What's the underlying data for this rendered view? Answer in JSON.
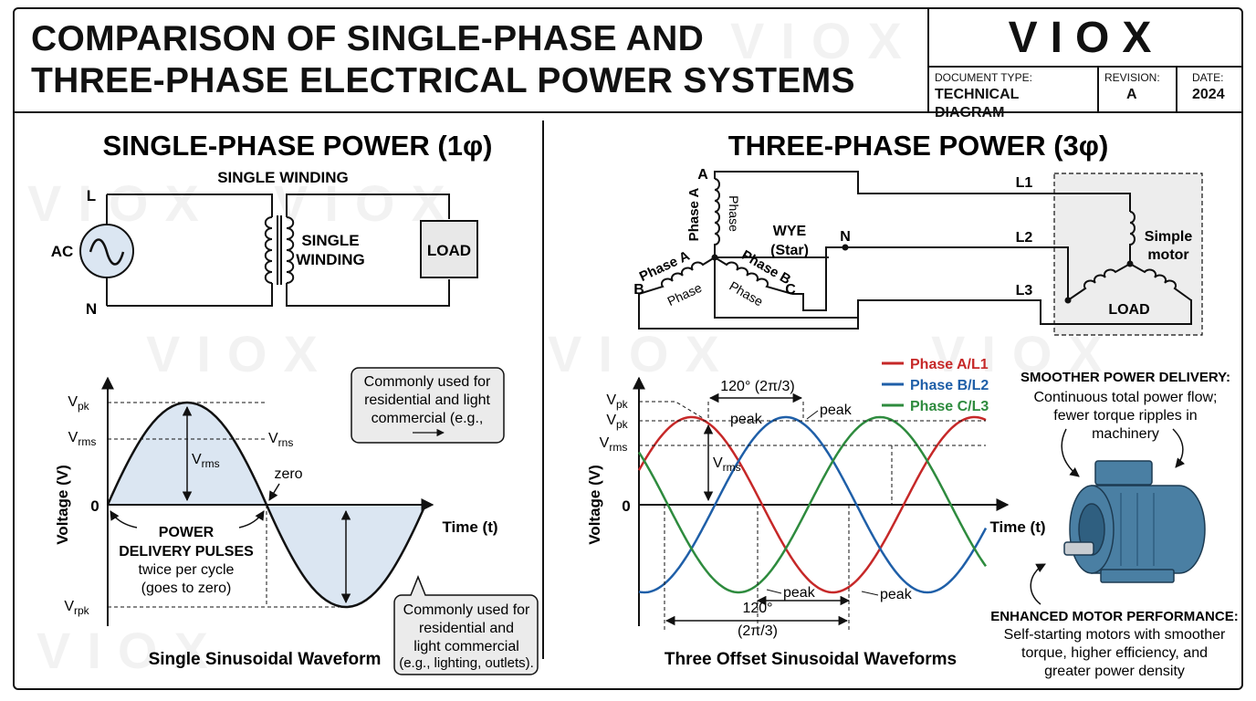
{
  "header": {
    "title_line1": "COMPARISON OF SINGLE-PHASE AND",
    "title_line2": "THREE-PHASE ELECTRICAL POWER SYSTEMS",
    "logo": "VIOX",
    "document_type_label": "DOCUMENT TYPE:",
    "document_type_value": "TECHNICAL DIAGRAM",
    "revision_label": "REVISION:",
    "revision_value": "A",
    "date_label": "DATE:",
    "date_value": "2024",
    "watermark": "VIOX"
  },
  "single_phase": {
    "heading": "SINGLE-PHASE POWER (1φ)",
    "circuit": {
      "label_l": "L",
      "label_n": "N",
      "label_ac": "AC",
      "transformer_top": "SINGLE WINDING",
      "transformer_side_1": "SINGLE",
      "transformer_side_2": "WINDING",
      "load": "LOAD"
    },
    "waveform": {
      "ylabel": "Voltage (V)",
      "xlabel": "Time (t)",
      "zero_tick": "0",
      "vpk": "V",
      "vpk_sub": "pk",
      "vrms": "V",
      "vrms_sub": "rms",
      "vrpk": "V",
      "vrpk_sub": "rpk",
      "vrns": "V",
      "vrns_sub": "rns",
      "inner_vrms": "V",
      "inner_vrms_sub": "rms",
      "zero_label": "zero",
      "pulses_line1": "POWER",
      "pulses_line2": "DELIVERY PULSES",
      "pulses_line3": "twice per cycle",
      "pulses_line4": "(goes to zero)",
      "callout_top_1": "Commonly used for",
      "callout_top_2": "residential and light",
      "callout_top_3": "commercial (e.g.,",
      "callout_bottom_1": "Commonly used for",
      "callout_bottom_2": "residential and",
      "callout_bottom_3": "light commercial",
      "callout_bottom_4": "(e.g., lighting, outlets).",
      "caption": "Single Sinusoidal Waveform"
    },
    "fill_color": "#dbe6f2"
  },
  "three_phase": {
    "heading": "THREE-PHASE POWER (3φ)",
    "circuit": {
      "node_a": "A",
      "node_b": "B",
      "node_c": "C",
      "node_n": "N",
      "phase_a_bold": "Phase A",
      "phase_a_small": "Phase",
      "phase_a_left_bold": "Phase A",
      "phase_a_left_small": "Phase",
      "phase_b_bold": "Phase B",
      "phase_b_small": "Phase",
      "wye_1": "WYE",
      "wye_2": "(Star)",
      "l1": "L1",
      "l2": "L2",
      "l3": "L3",
      "motor_1": "Simple",
      "motor_2": "motor",
      "load": "LOAD"
    },
    "waveform": {
      "ylabel": "Voltage (V)",
      "xlabel": "Time (t)",
      "zero_tick": "0",
      "vpk_a": "V",
      "vpk_a_sub": "pk",
      "vpk_b": "V",
      "vpk_b_sub": "pk",
      "vrms": "V",
      "vrms_sub": "rms",
      "inner_vrms": "V",
      "inner_vrms_sub": "rms",
      "top_span": "120° (2π/3)",
      "bottom_span_1": "120°",
      "bottom_span_2": "(2π/3)",
      "peak_1": "peak",
      "peak_2": "peak",
      "peak_3": "peak",
      "peak_4": "peak",
      "caption": "Three Offset Sinusoidal Waveforms"
    },
    "legend": [
      {
        "name": "Phase A/L1",
        "color": "#c62828"
      },
      {
        "name": "Phase B/L2",
        "color": "#1f5fa8"
      },
      {
        "name": "Phase C/L3",
        "color": "#2e8b3e"
      }
    ],
    "smoother": {
      "title": "SMOOTHER POWER DELIVERY:",
      "line1": "Continuous total power flow;",
      "line2": "fewer torque ripples in",
      "line3": "machinery"
    },
    "enhanced": {
      "title": "ENHANCED MOTOR PERFORMANCE:",
      "line1": "Self-starting motors with smoother",
      "line2": "torque, higher efficiency, and",
      "line3": "greater power density"
    },
    "motor_color": "#4a7fa3"
  }
}
